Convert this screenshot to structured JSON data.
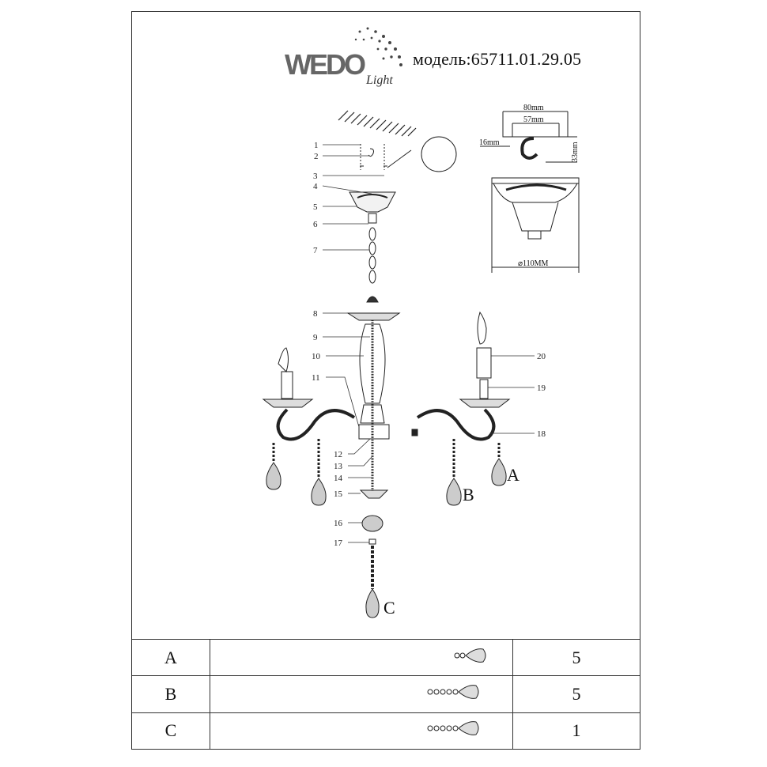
{
  "brand": {
    "logo_text": "WEDO",
    "logo_sub": "Light"
  },
  "header": {
    "model_label": "модель:65711.01.29.05"
  },
  "dimensions": {
    "width_outer": "80mm",
    "width_inner": "57mm",
    "hook_offset": "16mm",
    "hook_height": "33mm",
    "canopy_diameter": "⌀110MM"
  },
  "part_labels": [
    "1",
    "2",
    "3",
    "4",
    "5",
    "6",
    "7",
    "8",
    "9",
    "10",
    "11",
    "12",
    "13",
    "14",
    "15",
    "16",
    "17",
    "18",
    "19",
    "20"
  ],
  "pendant_letters": {
    "a": "A",
    "b": "B",
    "c": "C"
  },
  "parts_table": [
    {
      "code": "A",
      "beads": 2,
      "qty": "5"
    },
    {
      "code": "B",
      "beads": 5,
      "qty": "5"
    },
    {
      "code": "C",
      "beads": 5,
      "qty": "1"
    }
  ]
}
